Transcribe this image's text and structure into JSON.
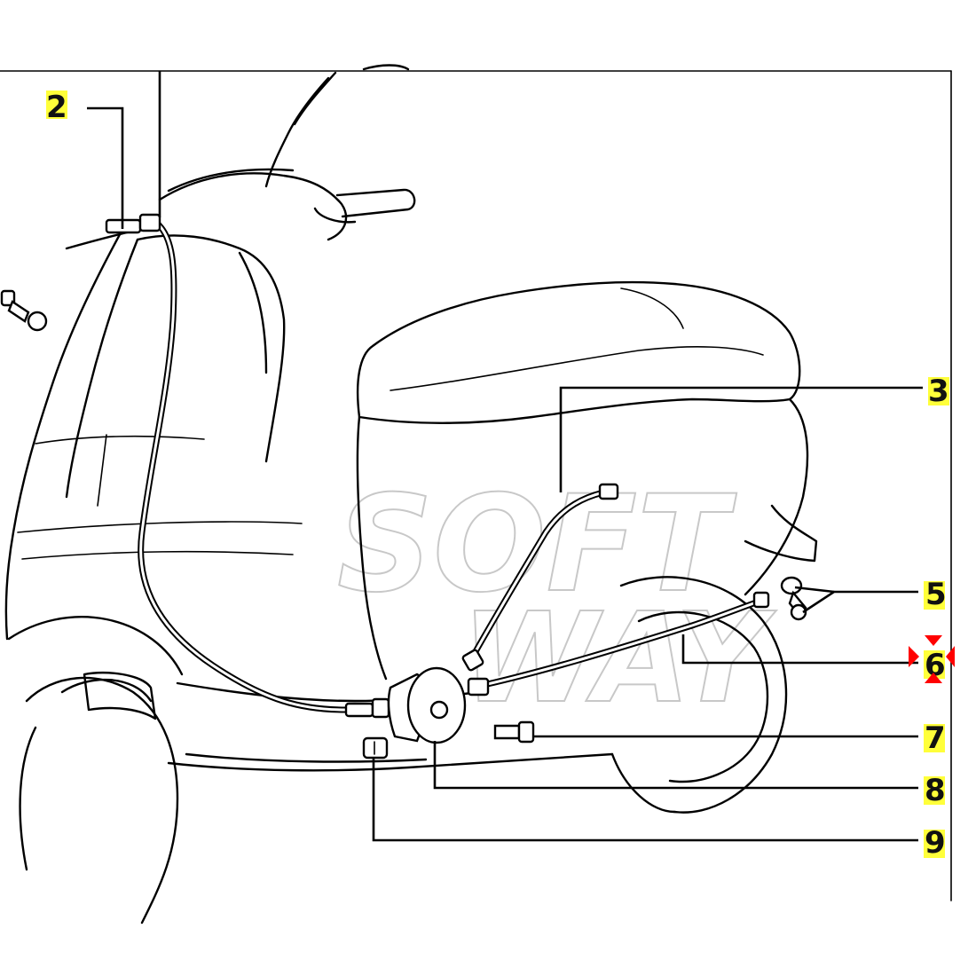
{
  "diagram": {
    "callouts": {
      "c2": "2",
      "c3": "3",
      "c5": "5",
      "c6": "6",
      "c7": "7",
      "c8": "8",
      "c9": "9"
    },
    "watermark": {
      "line1": "SOFT",
      "line2": "WAY"
    },
    "colors": {
      "highlight": "#ffff3a",
      "marker": "#ff0000",
      "ink": "#000000"
    }
  }
}
